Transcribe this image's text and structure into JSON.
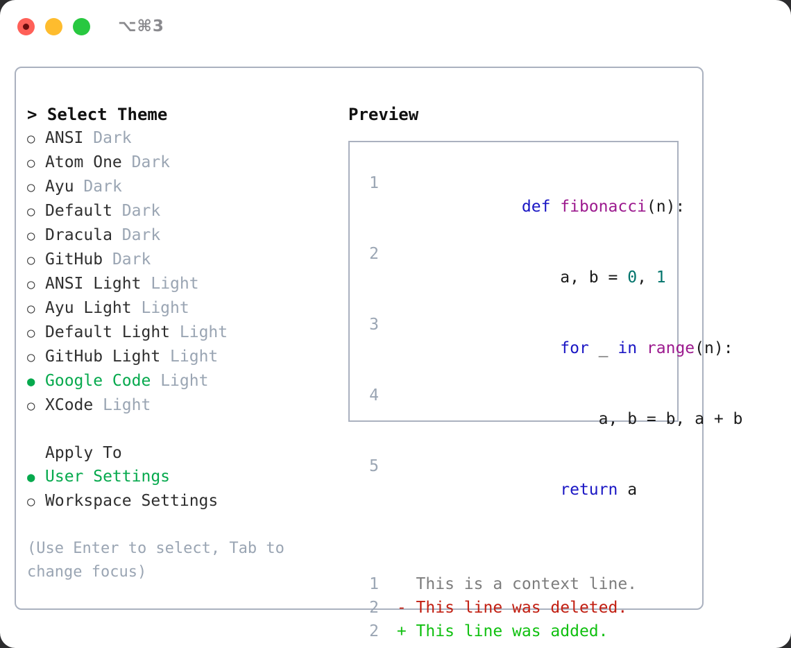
{
  "window": {
    "shortcut_label": "⌥⌘3",
    "traffic_lights": [
      {
        "name": "close",
        "color": "#ff6058"
      },
      {
        "name": "minimize",
        "color": "#febc2e"
      },
      {
        "name": "maximize",
        "color": "#28c840"
      }
    ]
  },
  "colors": {
    "accent_green": "#06a94d",
    "muted": "#9aa5b3",
    "border": "#aab1bf",
    "keyword": "#1a16c4",
    "function": "#9c1a8e",
    "number": "#00736b",
    "diff_removed": "#c21f12",
    "diff_added": "#10c010",
    "diff_context": "#7d7d7d"
  },
  "theme_section": {
    "heading": "> Select Theme",
    "items": [
      {
        "label": "ANSI",
        "tag": "Dark",
        "selected": false,
        "bullet": "○"
      },
      {
        "label": "Atom One",
        "tag": "Dark",
        "selected": false,
        "bullet": "○"
      },
      {
        "label": "Ayu",
        "tag": "Dark",
        "selected": false,
        "bullet": "○"
      },
      {
        "label": "Default",
        "tag": "Dark",
        "selected": false,
        "bullet": "○"
      },
      {
        "label": "Dracula",
        "tag": "Dark",
        "selected": false,
        "bullet": "○"
      },
      {
        "label": "GitHub",
        "tag": "Dark",
        "selected": false,
        "bullet": "○"
      },
      {
        "label": "ANSI Light",
        "tag": "Light",
        "selected": false,
        "bullet": "○"
      },
      {
        "label": "Ayu Light",
        "tag": "Light",
        "selected": false,
        "bullet": "○"
      },
      {
        "label": "Default Light",
        "tag": "Light",
        "selected": false,
        "bullet": "○"
      },
      {
        "label": "GitHub Light",
        "tag": "Light",
        "selected": false,
        "bullet": "○"
      },
      {
        "label": "Google Code",
        "tag": "Light",
        "selected": true,
        "bullet": "●"
      },
      {
        "label": "XCode",
        "tag": "Light",
        "selected": false,
        "bullet": "○"
      }
    ]
  },
  "apply_section": {
    "heading": "Apply To",
    "items": [
      {
        "label": "User Settings",
        "selected": true,
        "bullet": "●"
      },
      {
        "label": "Workspace Settings",
        "selected": false,
        "bullet": "○"
      }
    ]
  },
  "hint": "(Use Enter to select, Tab to change focus)",
  "preview": {
    "title": "Preview",
    "code_lines": [
      {
        "no": "1",
        "tokens": [
          {
            "t": "def ",
            "c": "kw"
          },
          {
            "t": "fibonacci",
            "c": "fn"
          },
          {
            "t": "(n):",
            "c": "txt"
          }
        ]
      },
      {
        "no": "2",
        "tokens": [
          {
            "t": "    a, b = ",
            "c": "txt"
          },
          {
            "t": "0",
            "c": "num"
          },
          {
            "t": ", ",
            "c": "txt"
          },
          {
            "t": "1",
            "c": "num"
          }
        ]
      },
      {
        "no": "3",
        "tokens": [
          {
            "t": "    ",
            "c": "txt"
          },
          {
            "t": "for",
            "c": "kw"
          },
          {
            "t": " _ ",
            "c": "txt"
          },
          {
            "t": "in",
            "c": "kw"
          },
          {
            "t": " ",
            "c": "txt"
          },
          {
            "t": "range",
            "c": "fn"
          },
          {
            "t": "(n):",
            "c": "txt"
          }
        ]
      },
      {
        "no": "4",
        "tokens": [
          {
            "t": "        a, b = b, a + b",
            "c": "txt"
          }
        ]
      },
      {
        "no": "5",
        "tokens": [
          {
            "t": "    ",
            "c": "txt"
          },
          {
            "t": "return",
            "c": "kw"
          },
          {
            "t": " a",
            "c": "txt"
          }
        ]
      }
    ],
    "diff_lines": [
      {
        "no": "1",
        "tokens": [
          {
            "t": "   This is a context line.",
            "c": "ctx"
          }
        ]
      },
      {
        "no": "2",
        "tokens": [
          {
            "t": " - This line was deleted.",
            "c": "del"
          }
        ]
      },
      {
        "no": "2",
        "tokens": [
          {
            "t": " + This line was added.",
            "c": "add"
          }
        ]
      }
    ]
  }
}
